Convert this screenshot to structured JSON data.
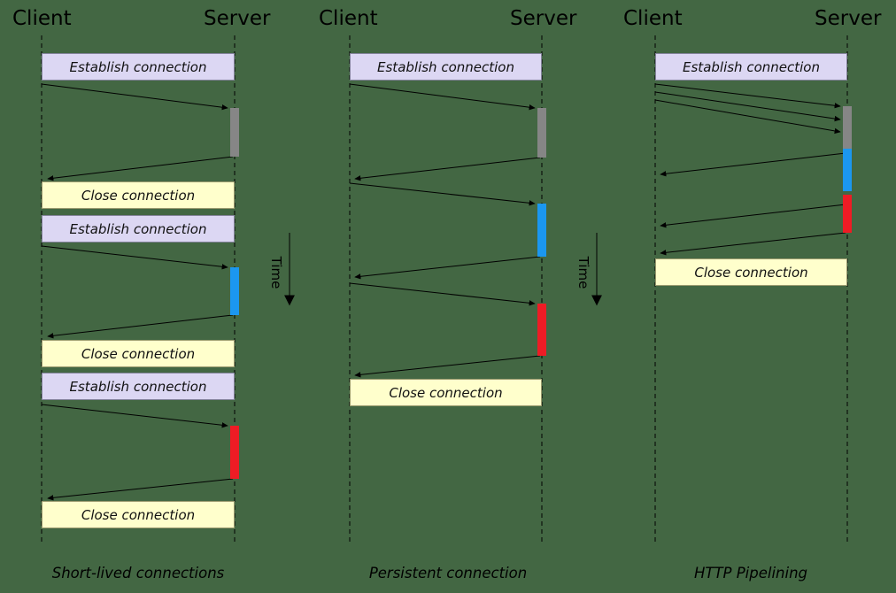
{
  "title_labels": {
    "client": "Client",
    "server": "Server"
  },
  "boxes": {
    "establish": "Establish connection",
    "close": "Close connection"
  },
  "time_label": "Time",
  "panels": [
    {
      "caption": "Short-lived connections",
      "establish_count": 3,
      "close_count": 3,
      "requests": 3,
      "responses": 3
    },
    {
      "caption": "Persistent connection",
      "establish_count": 1,
      "close_count": 1,
      "requests": 3,
      "responses": 3
    },
    {
      "caption": "HTTP Pipelining",
      "establish_count": 1,
      "close_count": 1,
      "requests": 3,
      "responses": 3
    }
  ],
  "processing_bar_order": [
    "gray",
    "blue",
    "red"
  ],
  "colors": {
    "background": "#436743",
    "establish_box": "#dcd7f3",
    "close_box": "#ffffcc",
    "bar_gray": "#868686",
    "bar_blue": "#1b97f0",
    "bar_red": "#ee1c25",
    "line": "#000000"
  }
}
